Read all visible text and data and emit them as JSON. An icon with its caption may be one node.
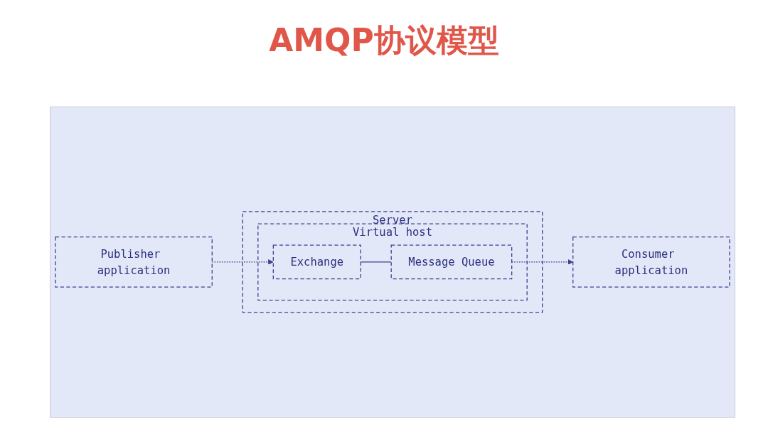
{
  "diagram": {
    "title": "AMQP协议模型",
    "nodes": [
      {
        "text": [
          "Server"
        ]
      },
      {
        "text": [
          "Virtual host"
        ],
        "in": 0
      },
      {
        "text": [
          "Exchange"
        ],
        "in": 1
      },
      {
        "text": [
          "Message Queue"
        ],
        "in": 1
      },
      {
        "text": [
          "Publisher application"
        ]
      },
      {
        "text": [
          "Consumer application"
        ]
      }
    ],
    "edges": [
      {
        "from": 4,
        "to": 2,
        "arrow": "to",
        "style": "dashed"
      },
      {
        "from": 2,
        "to": 3,
        "arrow": "none"
      },
      {
        "from": 3,
        "to": 5,
        "arrow": "to",
        "style": "dashed"
      }
    ]
  }
}
